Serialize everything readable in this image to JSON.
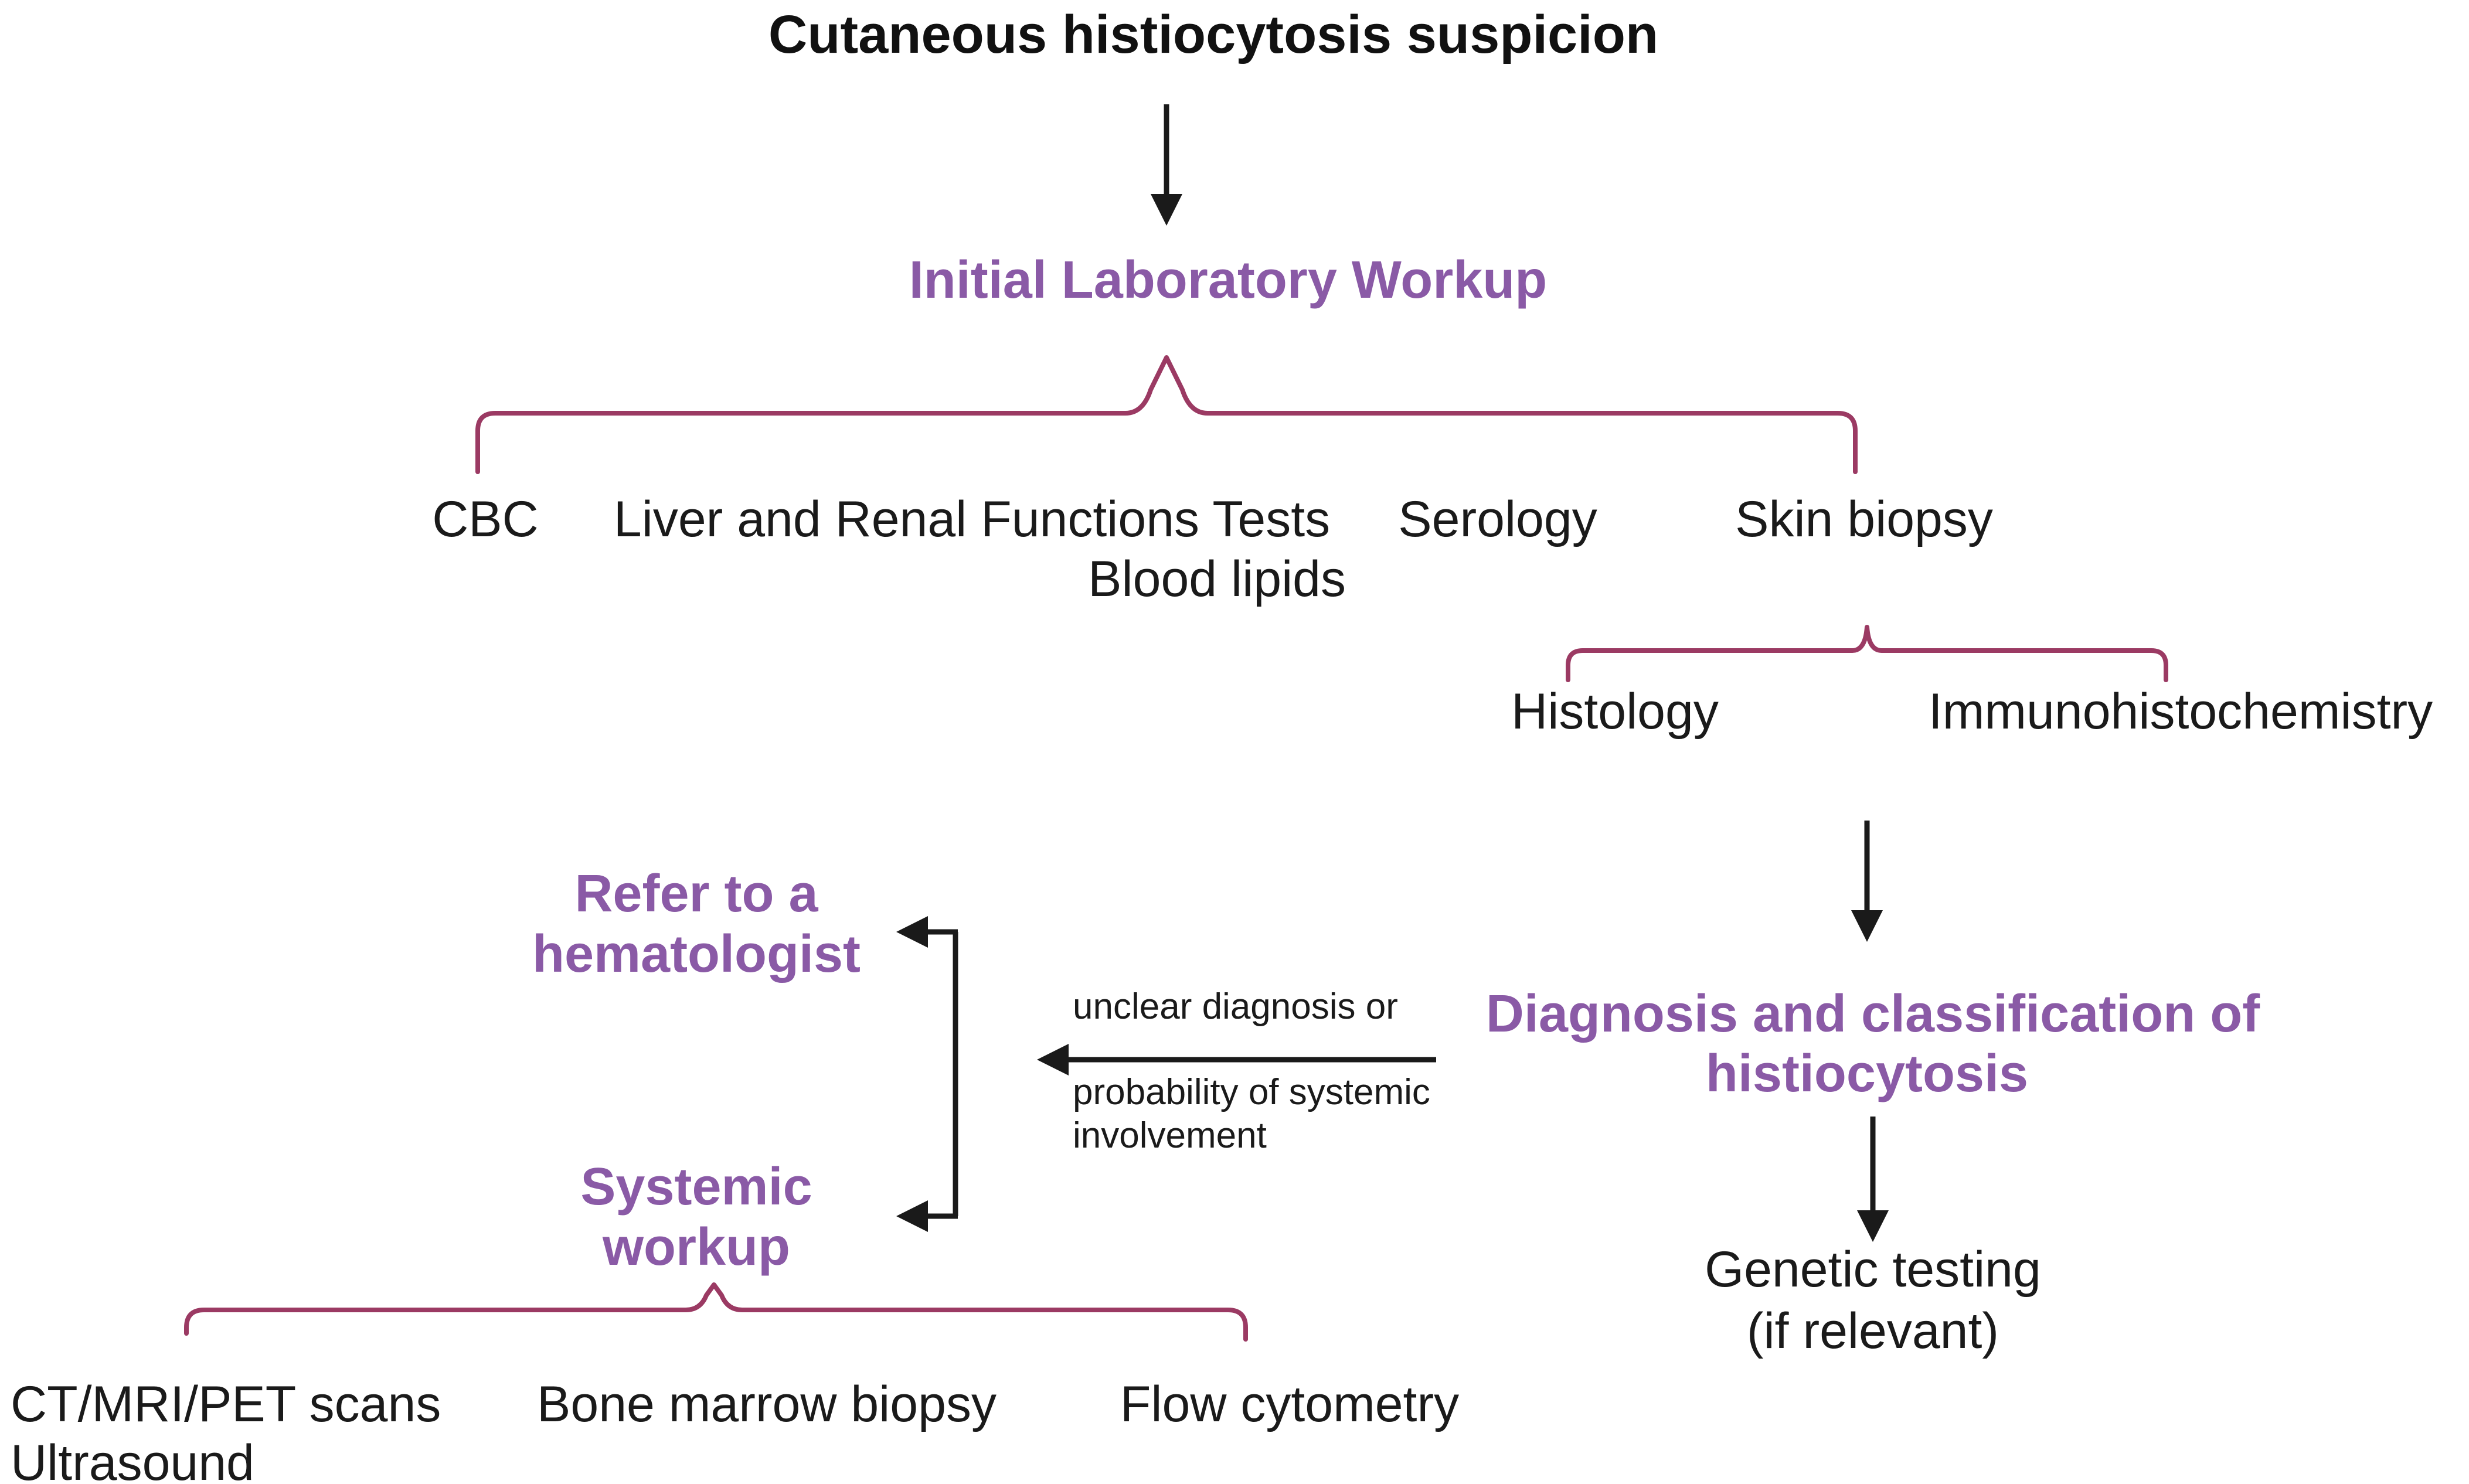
{
  "colors": {
    "accent": "#8a5aa6",
    "brace": "#9b3a63",
    "text": "#1a1a1a"
  },
  "diagram": {
    "title": "Cutaneous histiocytosis suspicion",
    "initial_workup": "Initial Laboratory Workup",
    "initial_items": {
      "cbc": "CBC",
      "liver_renal": "Liver and Renal Functions Tests",
      "blood_lipids": "Blood lipids",
      "serology": "Serology",
      "skin_biopsy": "Skin biopsy"
    },
    "biopsy_items": {
      "histology": "Histology",
      "immunohistochemistry": "Immunohistochemistry"
    },
    "diagnosis": {
      "line1": "Diagnosis and classification of",
      "line2": "histiocytosis"
    },
    "genetic": {
      "line1": "Genetic testing",
      "line2": "(if relevant)"
    },
    "condition": {
      "line1": "unclear diagnosis or",
      "line2": "probability of systemic",
      "line3": "involvement"
    },
    "refer": {
      "line1": "Refer to a",
      "line2": "hematologist"
    },
    "systemic": {
      "line1": "Systemic",
      "line2": "workup"
    },
    "systemic_items": {
      "imaging": "CT/MRI/PET scans",
      "ultrasound": "Ultrasound",
      "bone_marrow": "Bone marrow biopsy",
      "flow": "Flow cytometry"
    }
  }
}
